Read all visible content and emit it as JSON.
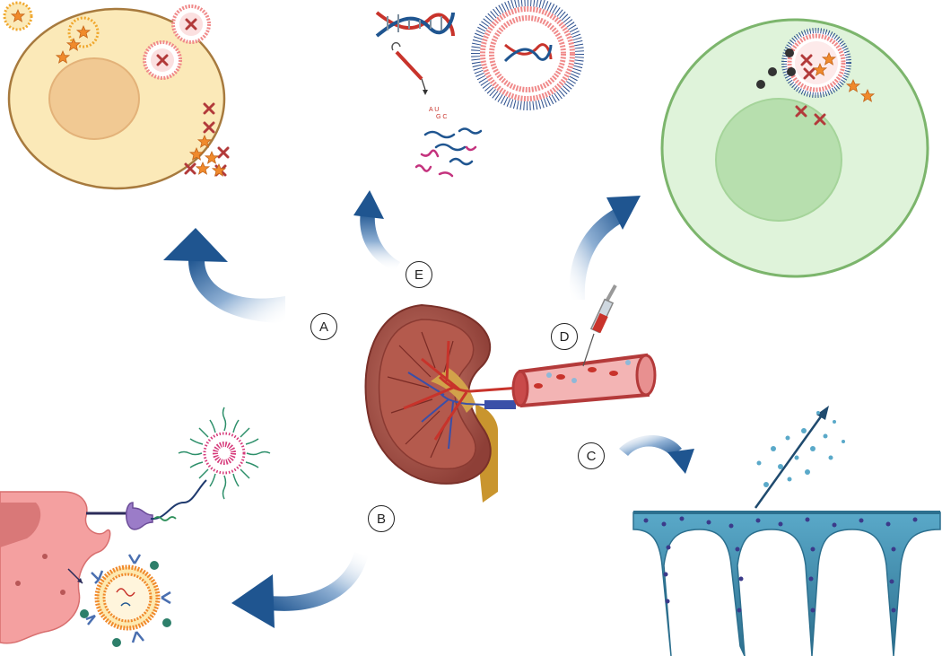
{
  "labels": {
    "a": "A",
    "b": "B",
    "c": "C",
    "d": "D",
    "e": "E"
  },
  "colors": {
    "arrow": "#1f5590",
    "cell_yellow": "#fbe9b8",
    "cell_green": "#dff3da",
    "kidney": "#b5655a",
    "vessel": "#c94a4a",
    "microneedle": "#5aa9c9",
    "star": "#f08a2c",
    "cross": "#b23a3a",
    "lipid_head": "#f08a8a"
  },
  "icons": [
    "curved-arrow-icon",
    "star-icon",
    "cross-icon",
    "dna-icon",
    "syringe-icon",
    "liposome-icon",
    "micelle-icon",
    "antibody-icon"
  ]
}
